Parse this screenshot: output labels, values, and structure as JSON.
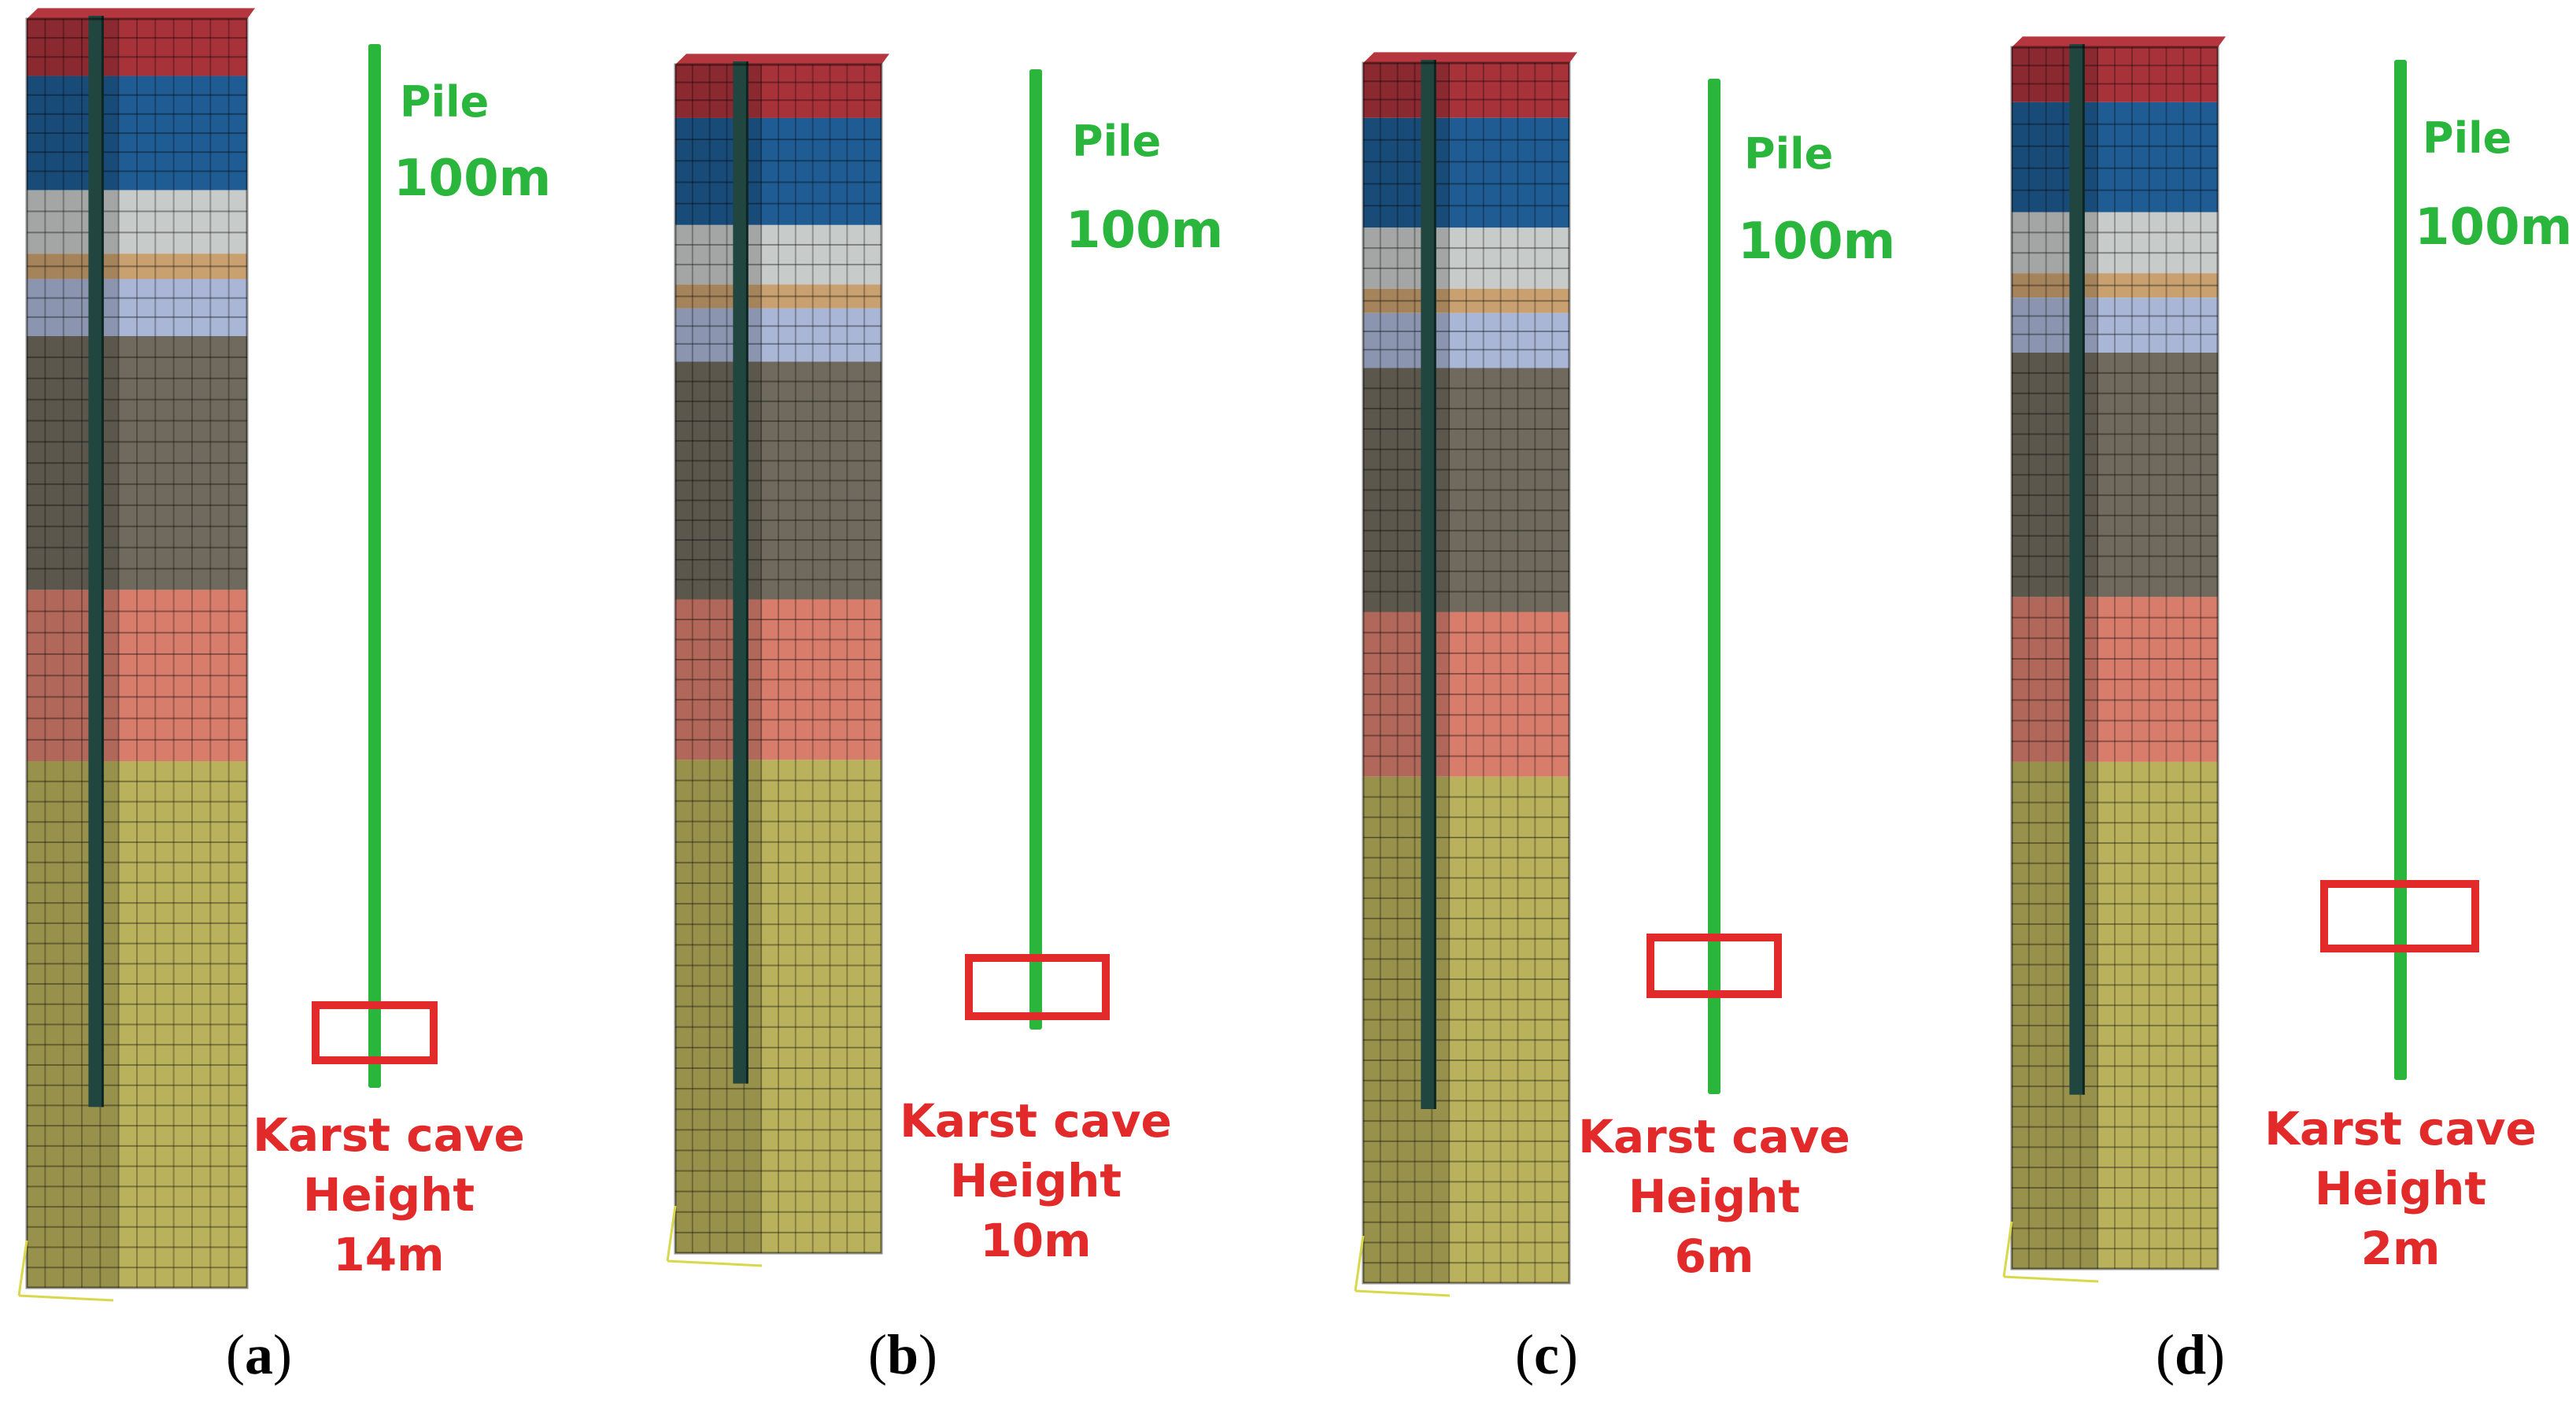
{
  "panels": [
    {
      "id": "a",
      "caption_letter": "a",
      "pile_label": "Pile",
      "pile_length": "100m",
      "cave_line1": "Karst cave",
      "cave_line2": "Height",
      "cave_height": "14m",
      "cave_height_m": 14
    },
    {
      "id": "b",
      "caption_letter": "b",
      "pile_label": "Pile",
      "pile_length": "100m",
      "cave_line1": "Karst cave",
      "cave_line2": "Height",
      "cave_height": "10m",
      "cave_height_m": 10
    },
    {
      "id": "c",
      "caption_letter": "c",
      "pile_label": "Pile",
      "pile_length": "100m",
      "cave_line1": "Karst cave",
      "cave_line2": "Height",
      "cave_height": "6m",
      "cave_height_m": 6
    },
    {
      "id": "d",
      "caption_letter": "d",
      "pile_label": "Pile",
      "pile_length": "100m",
      "cave_line1": "Karst cave",
      "cave_line2": "Height",
      "cave_height": "2m",
      "cave_height_m": 2
    }
  ],
  "colors": {
    "pile_green": "#2ab53d",
    "cave_red": "#e32a2a",
    "layer_colors": [
      "#a8323a",
      "#1f5c93",
      "#c7cbc9",
      "#c9a06f",
      "#aab6d6",
      "#6f6a5d",
      "#d87d6c",
      "#b9b15b"
    ]
  }
}
